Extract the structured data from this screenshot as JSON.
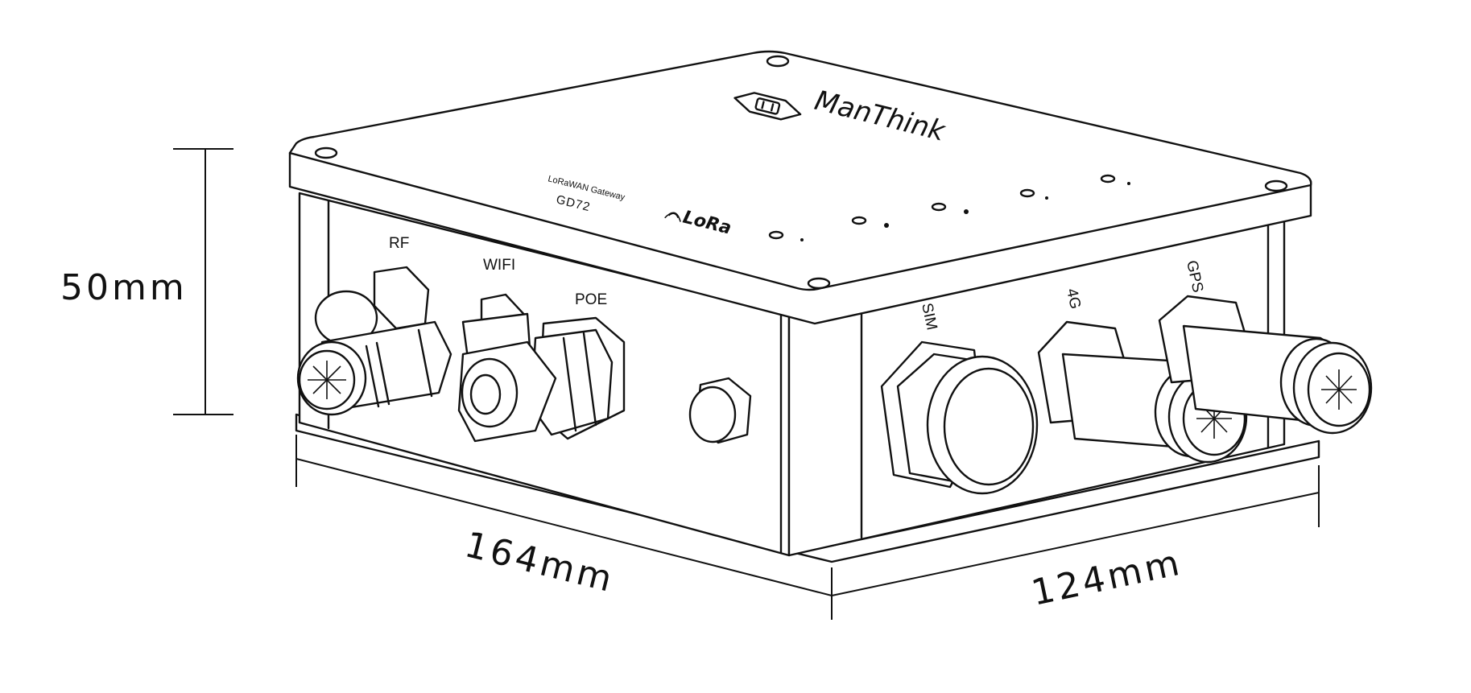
{
  "dimensions": {
    "height": "50mm",
    "length": "164mm",
    "width": "124mm"
  },
  "device": {
    "brand": "ManThink",
    "product_line": "LoRaWAN Gateway",
    "model": "GD72",
    "lora_logo": "LoRa"
  },
  "ports": {
    "front": [
      "RF",
      "WIFI",
      "POE"
    ],
    "side": [
      "SIM",
      "4G",
      "GPS"
    ]
  },
  "icons": [
    "manthink-logo-icon",
    "lora-logo-icon",
    "antenna-connector-icon",
    "cable-gland-icon",
    "vent-plug-icon"
  ]
}
